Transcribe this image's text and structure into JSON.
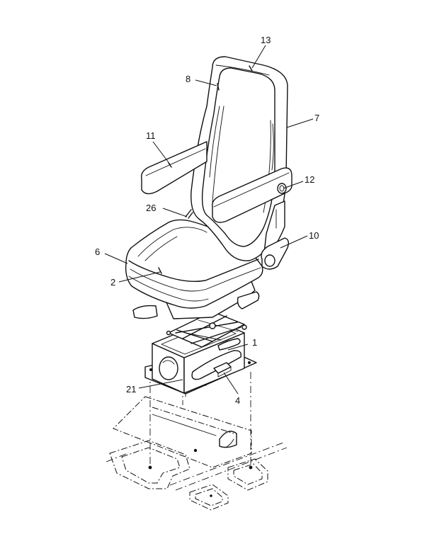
{
  "callouts": {
    "c13": "13",
    "c8": "8",
    "c7": "7",
    "c11": "11",
    "c12": "12",
    "c26": "26",
    "c10": "10",
    "c6": "6",
    "c2": "2",
    "c1": "1",
    "c21": "21",
    "c4": "4"
  }
}
